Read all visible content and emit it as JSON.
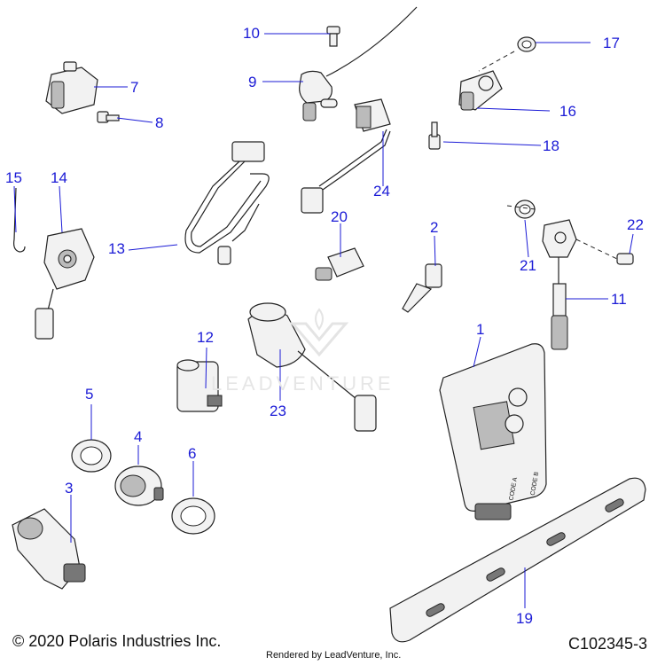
{
  "diagram": {
    "callouts": [
      "1",
      "2",
      "3",
      "4",
      "5",
      "6",
      "7",
      "8",
      "9",
      "10",
      "11",
      "12",
      "13",
      "14",
      "15",
      "16",
      "17",
      "18",
      "19",
      "20",
      "21",
      "22",
      "23",
      "24"
    ],
    "ecu_codes": [
      "CODE A",
      "CODE B"
    ],
    "copyright": "© 2020 Polaris Industries Inc.",
    "rendered_by": "Rendered by LeadVenture, Inc.",
    "diagram_id": "C102345-3",
    "watermark": "LEADVENTURE",
    "colors": {
      "callout": "#1b1bd6",
      "line": "#222222",
      "part_fill": "#f2f2f2"
    }
  }
}
